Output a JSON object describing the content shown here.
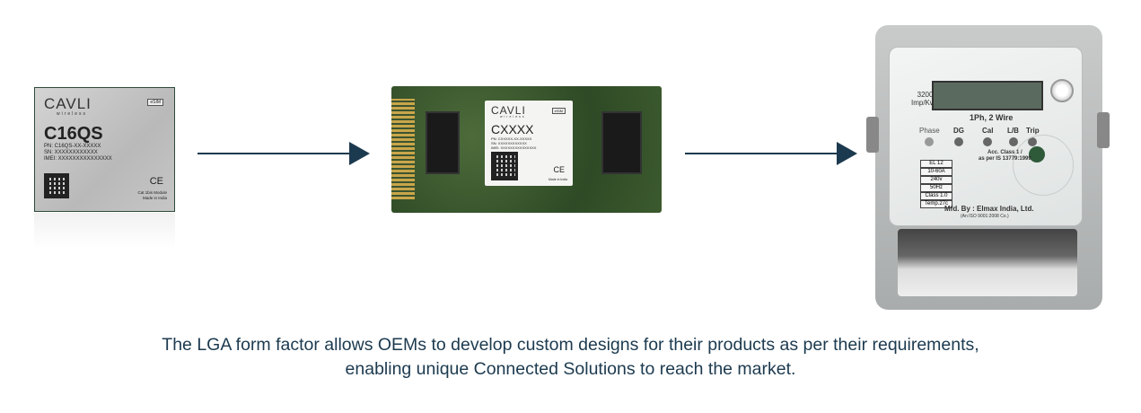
{
  "module": {
    "brand": "CAVLI",
    "brand_sub": "wireless",
    "badge": "eSIM",
    "model": "C16QS",
    "pn": "PN: C16QS-XX-XXXXX",
    "sn": "SN: XXXXXXXXXXXX",
    "imei": "IMEI: XXXXXXXXXXXXXXX",
    "ce": "CE",
    "desc1": "Cat 1bis Module",
    "desc2": "Made in India"
  },
  "board_chip": {
    "brand": "CAVLI",
    "brand_sub": "wireless",
    "badge": "eSIM",
    "model": "CXXXX",
    "pn": "PN: CXXXXX-XX-XXXXX",
    "sn": "SN: XXXXXXXXXXXX",
    "imei": "IMEI: XXXXXXXXXXXXXXX",
    "ce": "CE",
    "desc": "Made in India"
  },
  "meter": {
    "imp1": "3200",
    "imp2": "Imp/Kwh",
    "wire": "1Ph, 2 Wire",
    "leds": [
      "Phase",
      "DG",
      "Cal",
      "L/B",
      "Trip"
    ],
    "acc1": "Acc. Class 1 /",
    "acc2": "as per IS 13779:1999",
    "specs": [
      "EL 12",
      "10-60A",
      "240v",
      "50Hz",
      "Class 1.0",
      "Temp.27c"
    ],
    "mfd": "Mfd. By : Elmax India, Ltd.",
    "iso": "(An ISO 9001:2008 Co.)"
  },
  "caption": {
    "line1": "The LGA form factor allows OEMs to develop custom designs for their products as per their requirements,",
    "line2": "enabling unique Connected Solutions to reach the market."
  },
  "colors": {
    "accent": "#1c3a4f"
  }
}
